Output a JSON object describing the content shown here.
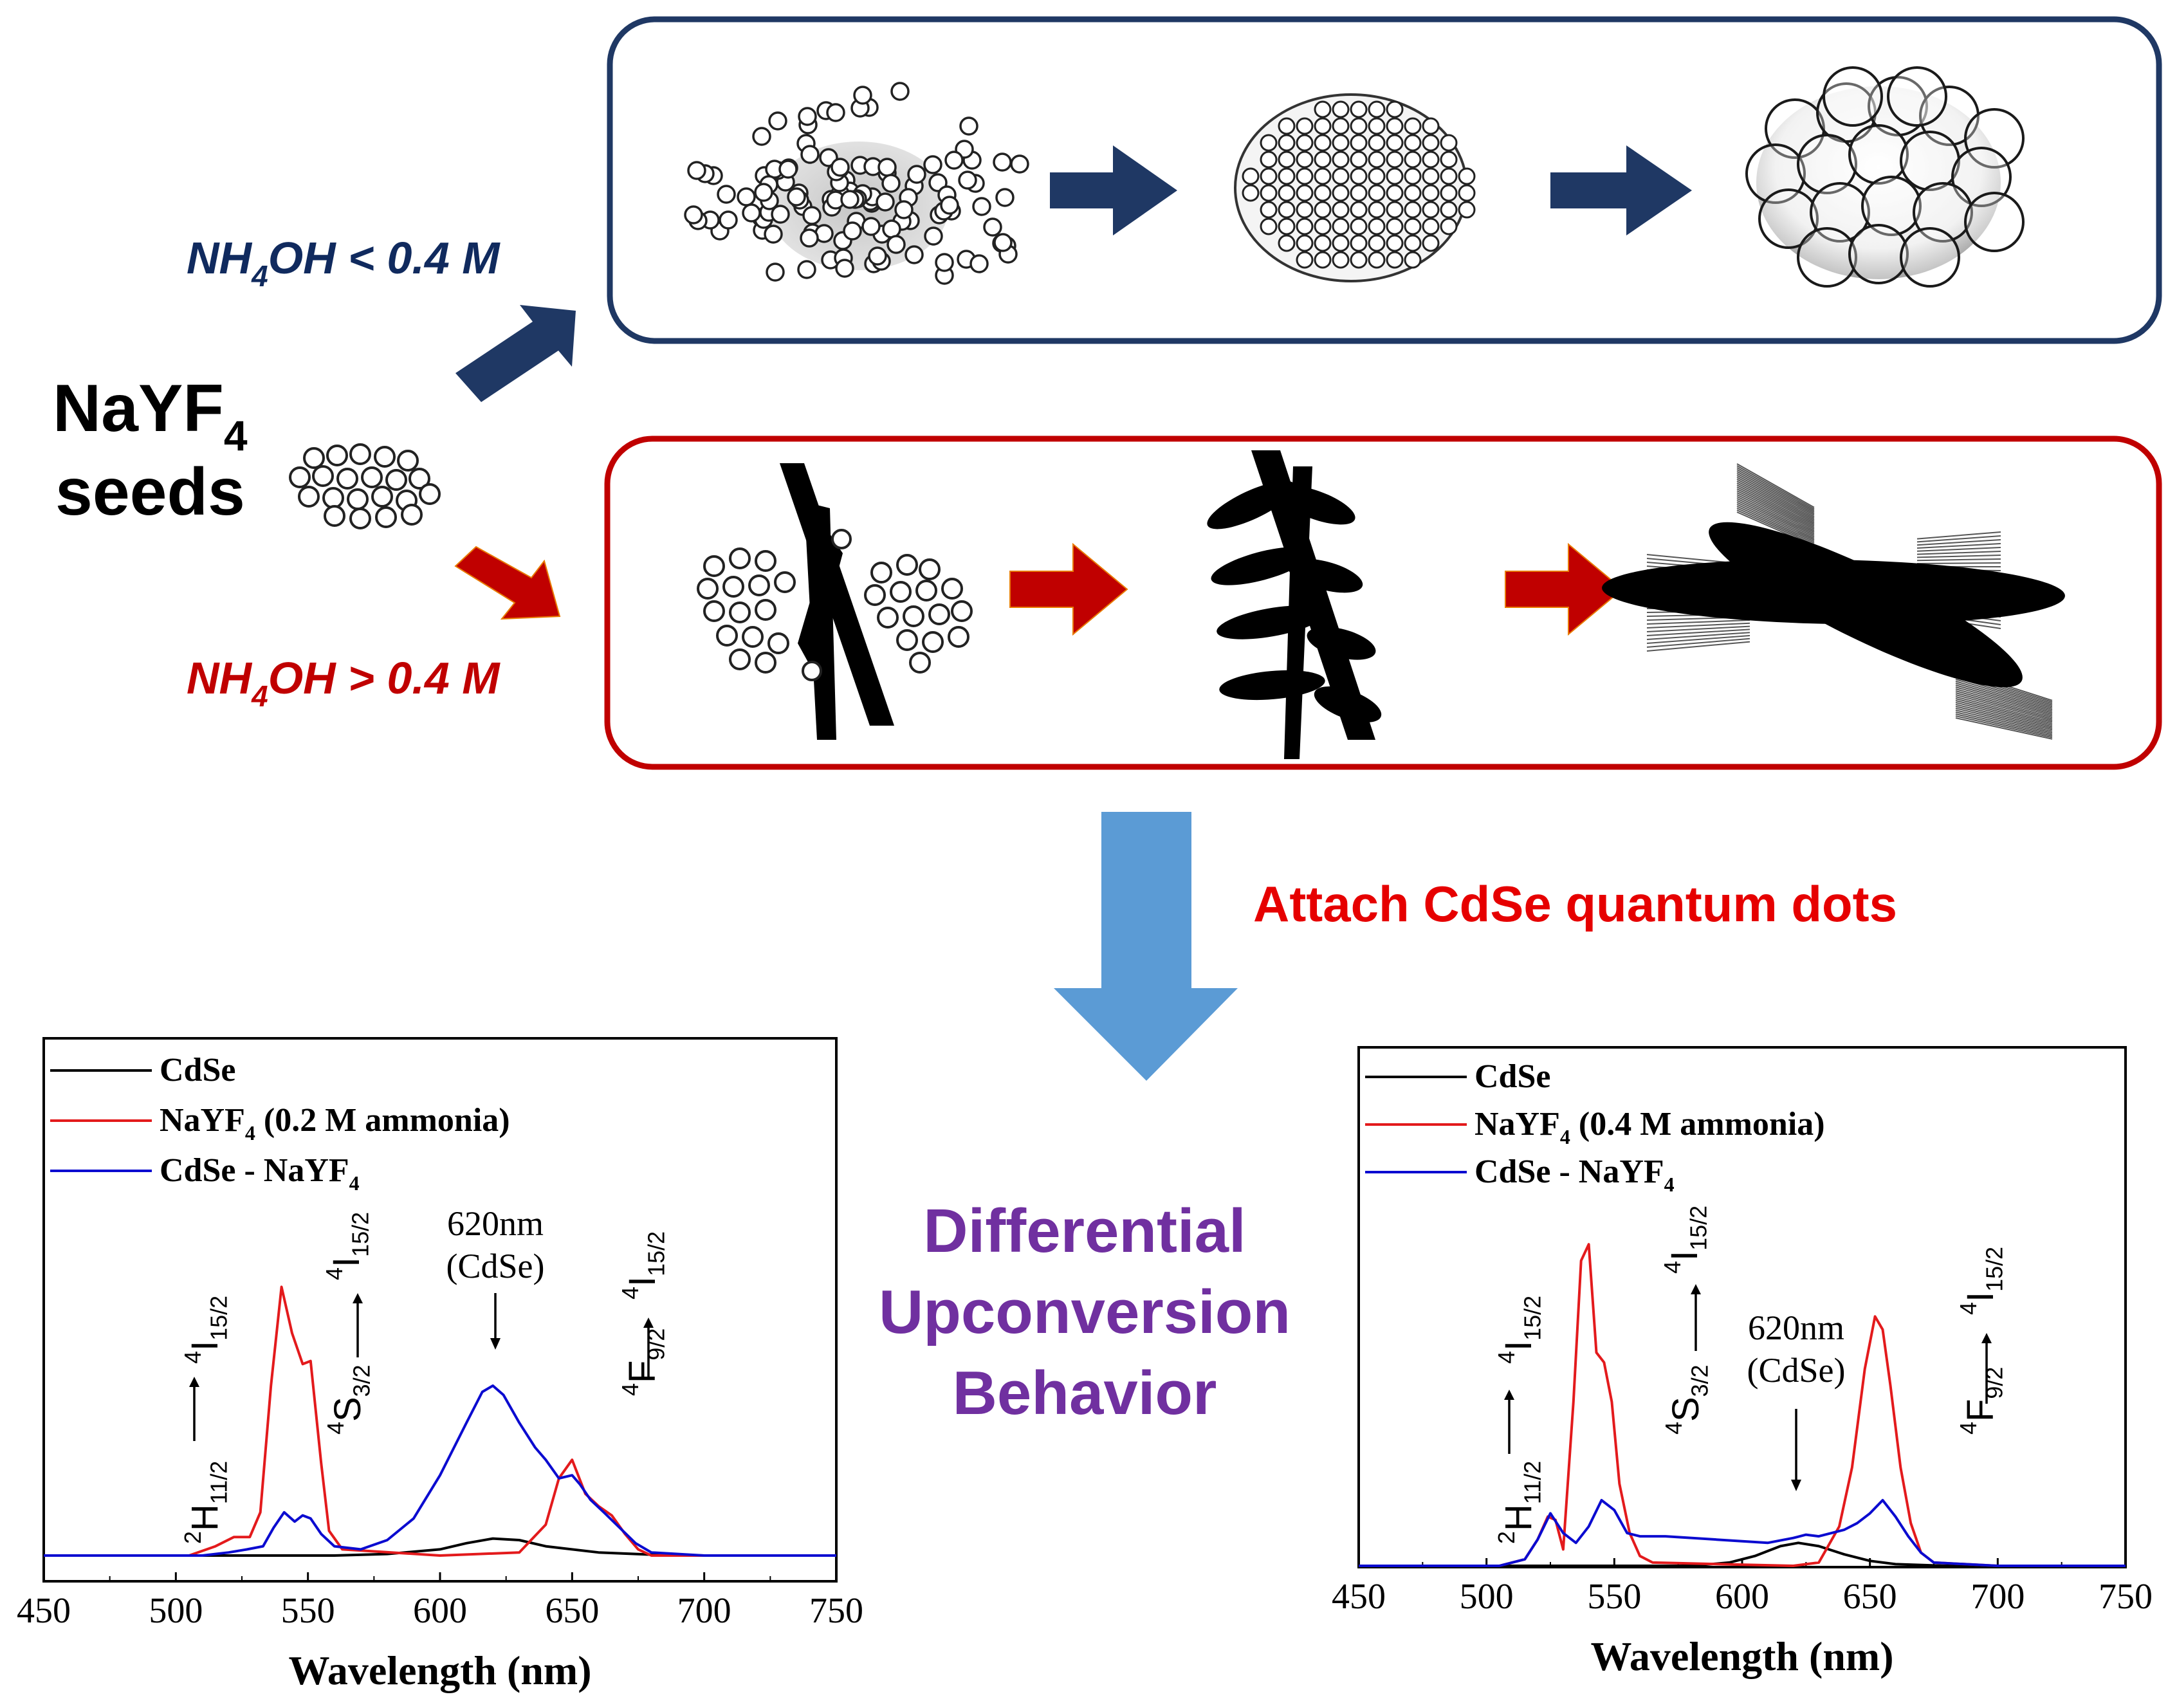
{
  "seeds": {
    "line1": "NaYF",
    "sub": "4",
    "line2": "seeds"
  },
  "conditions": {
    "low": {
      "prefix": "NH",
      "sub": "4",
      "suffix": "OH < 0.4 M",
      "color": "#102a5e"
    },
    "high": {
      "prefix": "NH",
      "sub": "4",
      "suffix": "OH > 0.4 M",
      "color": "#c00000"
    }
  },
  "attach_label": "Attach CdSe quantum dots",
  "center_text": [
    "Differential",
    "Upconversion",
    "Behavior"
  ],
  "colors": {
    "navy": "#1f3864",
    "red": "#c00000",
    "blue_arrow": "#5b9bd5",
    "purple": "#7030a0",
    "attach": "#e60000",
    "series_cdse": "#000000",
    "series_nayf4": "#e31a1c",
    "series_composite": "#0b0bd0"
  },
  "chart_data": [
    {
      "type": "line",
      "xlabel": "Wavelength (nm)",
      "xlim": [
        450,
        750
      ],
      "xticks": [
        "450",
        "500",
        "550",
        "600",
        "650",
        "700",
        "750"
      ],
      "legend": [
        {
          "label": "CdSe",
          "sub": "",
          "tail": ""
        },
        {
          "label": "NaYF",
          "sub": "4",
          "tail": " (0.2 M ammonia)"
        },
        {
          "label": "CdSe - NaYF",
          "sub": "4",
          "tail": ""
        }
      ],
      "annotations": {
        "h": {
          "sup": "2",
          "sym": "H",
          "sub": "11/2"
        },
        "i1": {
          "sup": "4",
          "sym": "I",
          "sub": "15/2"
        },
        "s": {
          "sup": "4",
          "sym": "S",
          "sub": "3/2"
        },
        "i2": {
          "sup": "4",
          "sym": "I",
          "sub": "15/2"
        },
        "f": {
          "sup": "4",
          "sym": "F",
          "sub": "9/2"
        },
        "i3": {
          "sup": "4",
          "sym": "I",
          "sub": "15/2"
        },
        "peak": [
          "620nm",
          "(CdSe)"
        ]
      },
      "series": [
        {
          "name": "CdSe",
          "x": [
            450,
            560,
            580,
            600,
            610,
            620,
            630,
            640,
            660,
            680,
            700,
            750
          ],
          "y": [
            0,
            0,
            0.005,
            0.02,
            0.04,
            0.055,
            0.05,
            0.03,
            0.01,
            0.003,
            0,
            0
          ]
        },
        {
          "name": "NaYF4 (0.2 M ammonia)",
          "x": [
            450,
            505,
            515,
            522,
            528,
            532,
            536,
            540,
            544,
            548,
            551,
            555,
            558,
            563,
            600,
            630,
            640,
            645,
            650,
            655,
            660,
            665,
            670,
            675,
            680,
            700,
            750
          ],
          "y": [
            0,
            0,
            0.03,
            0.06,
            0.06,
            0.14,
            0.55,
            0.87,
            0.72,
            0.62,
            0.63,
            0.3,
            0.08,
            0.02,
            0.0,
            0.01,
            0.1,
            0.25,
            0.31,
            0.2,
            0.16,
            0.13,
            0.07,
            0.02,
            0,
            0,
            0
          ]
        },
        {
          "name": "CdSe - NaYF4",
          "x": [
            450,
            510,
            520,
            527,
            533,
            537,
            541,
            545,
            548,
            551,
            555,
            560,
            570,
            580,
            590,
            600,
            610,
            616,
            620,
            624,
            630,
            636,
            640,
            645,
            650,
            653,
            657,
            662,
            668,
            674,
            680,
            700,
            750
          ],
          "y": [
            0,
            0,
            0.01,
            0.02,
            0.03,
            0.09,
            0.14,
            0.11,
            0.13,
            0.12,
            0.07,
            0.03,
            0.02,
            0.05,
            0.12,
            0.26,
            0.43,
            0.53,
            0.55,
            0.52,
            0.43,
            0.35,
            0.31,
            0.25,
            0.26,
            0.23,
            0.18,
            0.14,
            0.09,
            0.04,
            0.01,
            0,
            0
          ]
        }
      ]
    },
    {
      "type": "line",
      "xlabel": "Wavelength (nm)",
      "xlim": [
        450,
        750
      ],
      "xticks": [
        "450",
        "500",
        "550",
        "600",
        "650",
        "700",
        "750"
      ],
      "legend": [
        {
          "label": "CdSe",
          "sub": "",
          "tail": ""
        },
        {
          "label": "NaYF",
          "sub": "4",
          "tail": " (0.4 M ammonia)"
        },
        {
          "label": "CdSe - NaYF",
          "sub": "4",
          "tail": ""
        }
      ],
      "annotations": {
        "h": {
          "sup": "2",
          "sym": "H",
          "sub": "11/2"
        },
        "i1": {
          "sup": "4",
          "sym": "I",
          "sub": "15/2"
        },
        "s": {
          "sup": "4",
          "sym": "S",
          "sub": "3/2"
        },
        "i2": {
          "sup": "4",
          "sym": "I",
          "sub": "15/2"
        },
        "f": {
          "sup": "4",
          "sym": "F",
          "sub": "9/2"
        },
        "i3": {
          "sup": "4",
          "sym": "I",
          "sub": "15/2"
        },
        "peak": [
          "620nm",
          "(CdSe)"
        ]
      },
      "series": [
        {
          "name": "CdSe",
          "x": [
            450,
            580,
            595,
            605,
            615,
            622,
            630,
            640,
            650,
            660,
            680,
            750
          ],
          "y": [
            0,
            0,
            0.01,
            0.03,
            0.06,
            0.07,
            0.06,
            0.035,
            0.015,
            0.005,
            0,
            0
          ]
        },
        {
          "name": "NaYF4 (0.4 M ammonia)",
          "x": [
            450,
            505,
            515,
            520,
            524,
            527,
            530,
            534,
            537,
            540,
            543,
            546,
            549,
            552,
            556,
            560,
            565,
            620,
            630,
            638,
            643,
            648,
            652,
            655,
            658,
            662,
            666,
            670,
            675,
            700,
            750
          ],
          "y": [
            0,
            0,
            0.02,
            0.08,
            0.15,
            0.14,
            0.05,
            0.5,
            0.93,
            0.98,
            0.65,
            0.62,
            0.5,
            0.25,
            0.1,
            0.03,
            0.01,
            0.0,
            0.01,
            0.12,
            0.3,
            0.6,
            0.76,
            0.72,
            0.55,
            0.3,
            0.13,
            0.04,
            0.01,
            0,
            0
          ]
        },
        {
          "name": "CdSe - NaYF4",
          "x": [
            450,
            505,
            515,
            520,
            525,
            530,
            535,
            540,
            545,
            550,
            555,
            560,
            570,
            590,
            610,
            620,
            625,
            630,
            640,
            645,
            650,
            655,
            660,
            665,
            670,
            675,
            700,
            750
          ],
          "y": [
            0,
            0,
            0.02,
            0.08,
            0.16,
            0.1,
            0.07,
            0.12,
            0.2,
            0.17,
            0.1,
            0.09,
            0.09,
            0.08,
            0.07,
            0.085,
            0.095,
            0.09,
            0.11,
            0.13,
            0.16,
            0.2,
            0.15,
            0.09,
            0.04,
            0.01,
            0,
            0
          ]
        }
      ]
    }
  ]
}
